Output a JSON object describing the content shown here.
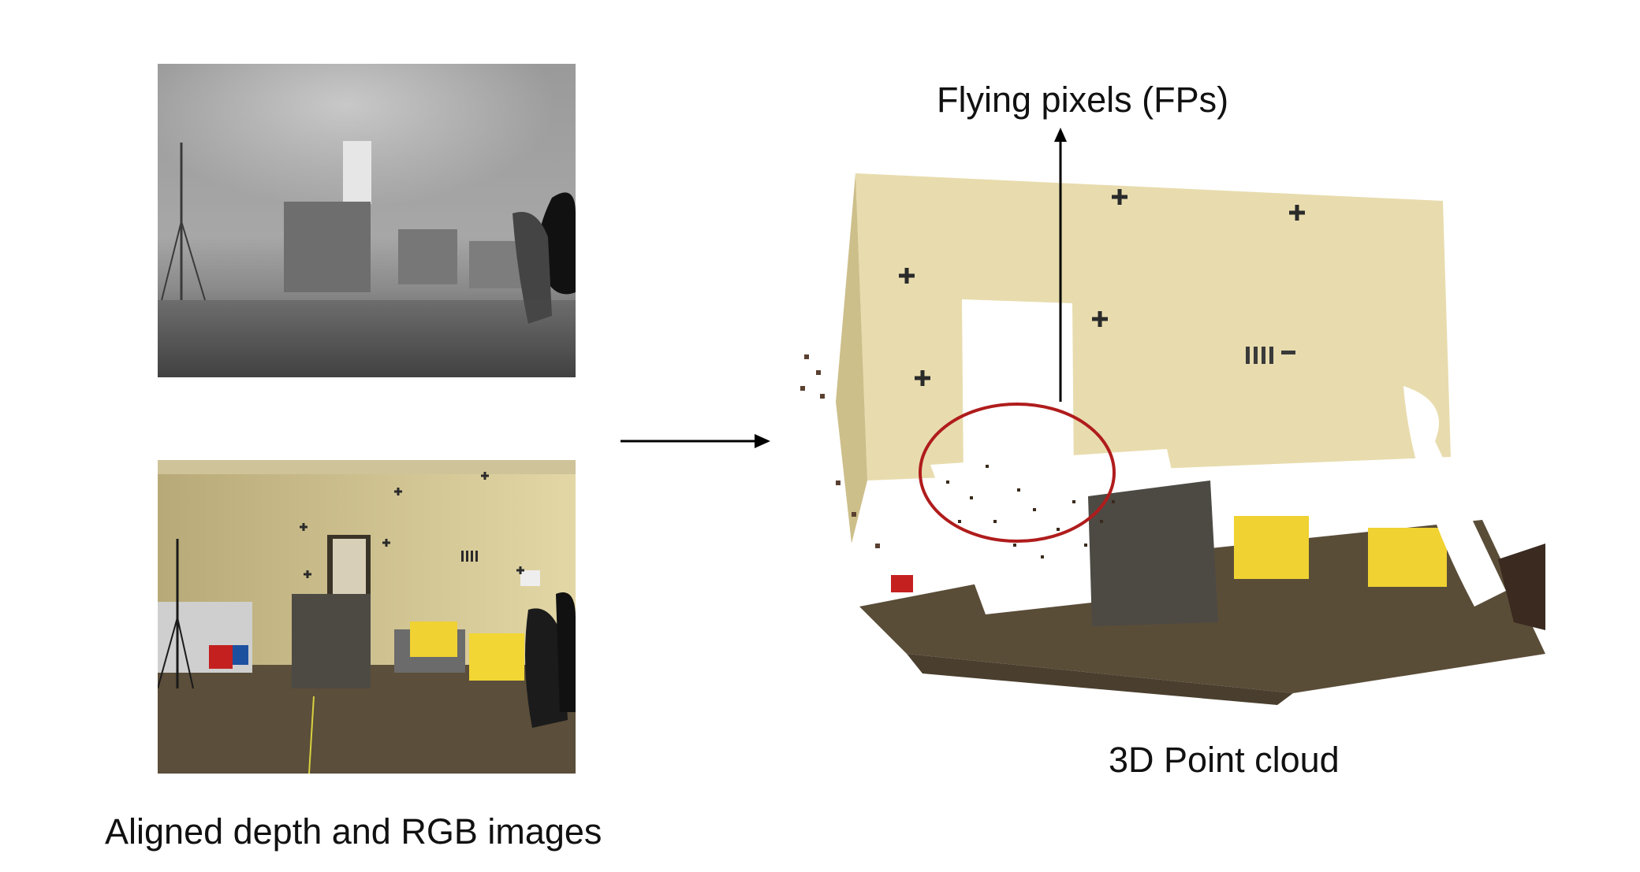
{
  "labels": {
    "aligned_images": "Aligned depth and RGB images",
    "point_cloud": "3D Point cloud",
    "flying_pixels": "Flying pixels (FPs)"
  },
  "panels": {
    "depth_image": "depth map (grayscale)",
    "rgb_image": "room photo (RGB)",
    "point_cloud_image": "reconstructed 3D point cloud"
  },
  "colors": {
    "highlight_ellipse": "#b01c1c",
    "arrow": "#000000",
    "wall": "#e8dcae",
    "chair_yellow": "#f0d232",
    "carpet": "#5a4d38"
  }
}
